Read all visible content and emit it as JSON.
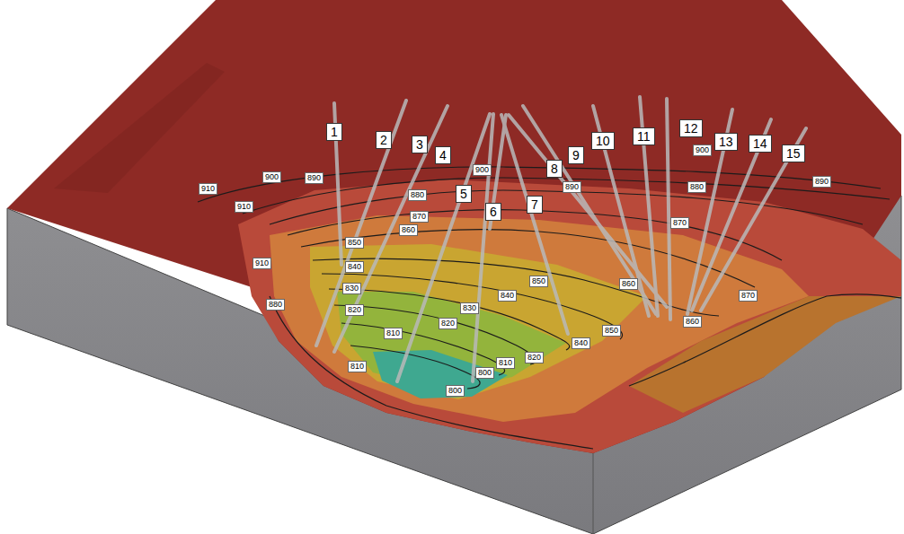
{
  "diagram": {
    "labels": [
      "1",
      "2",
      "3",
      "4",
      "5",
      "6",
      "7",
      "8",
      "9",
      "10",
      "11",
      "12",
      "13",
      "14",
      "15",
      "910",
      "900",
      "890",
      "910",
      "900",
      "880",
      "870",
      "860",
      "890",
      "900",
      "880",
      "890",
      "870",
      "910",
      "850",
      "840",
      "830",
      "820",
      "880",
      "810",
      "820",
      "830",
      "840",
      "850",
      "860",
      "870",
      "860",
      "850",
      "840",
      "820",
      "810",
      "800",
      "800",
      "810"
    ]
  }
}
